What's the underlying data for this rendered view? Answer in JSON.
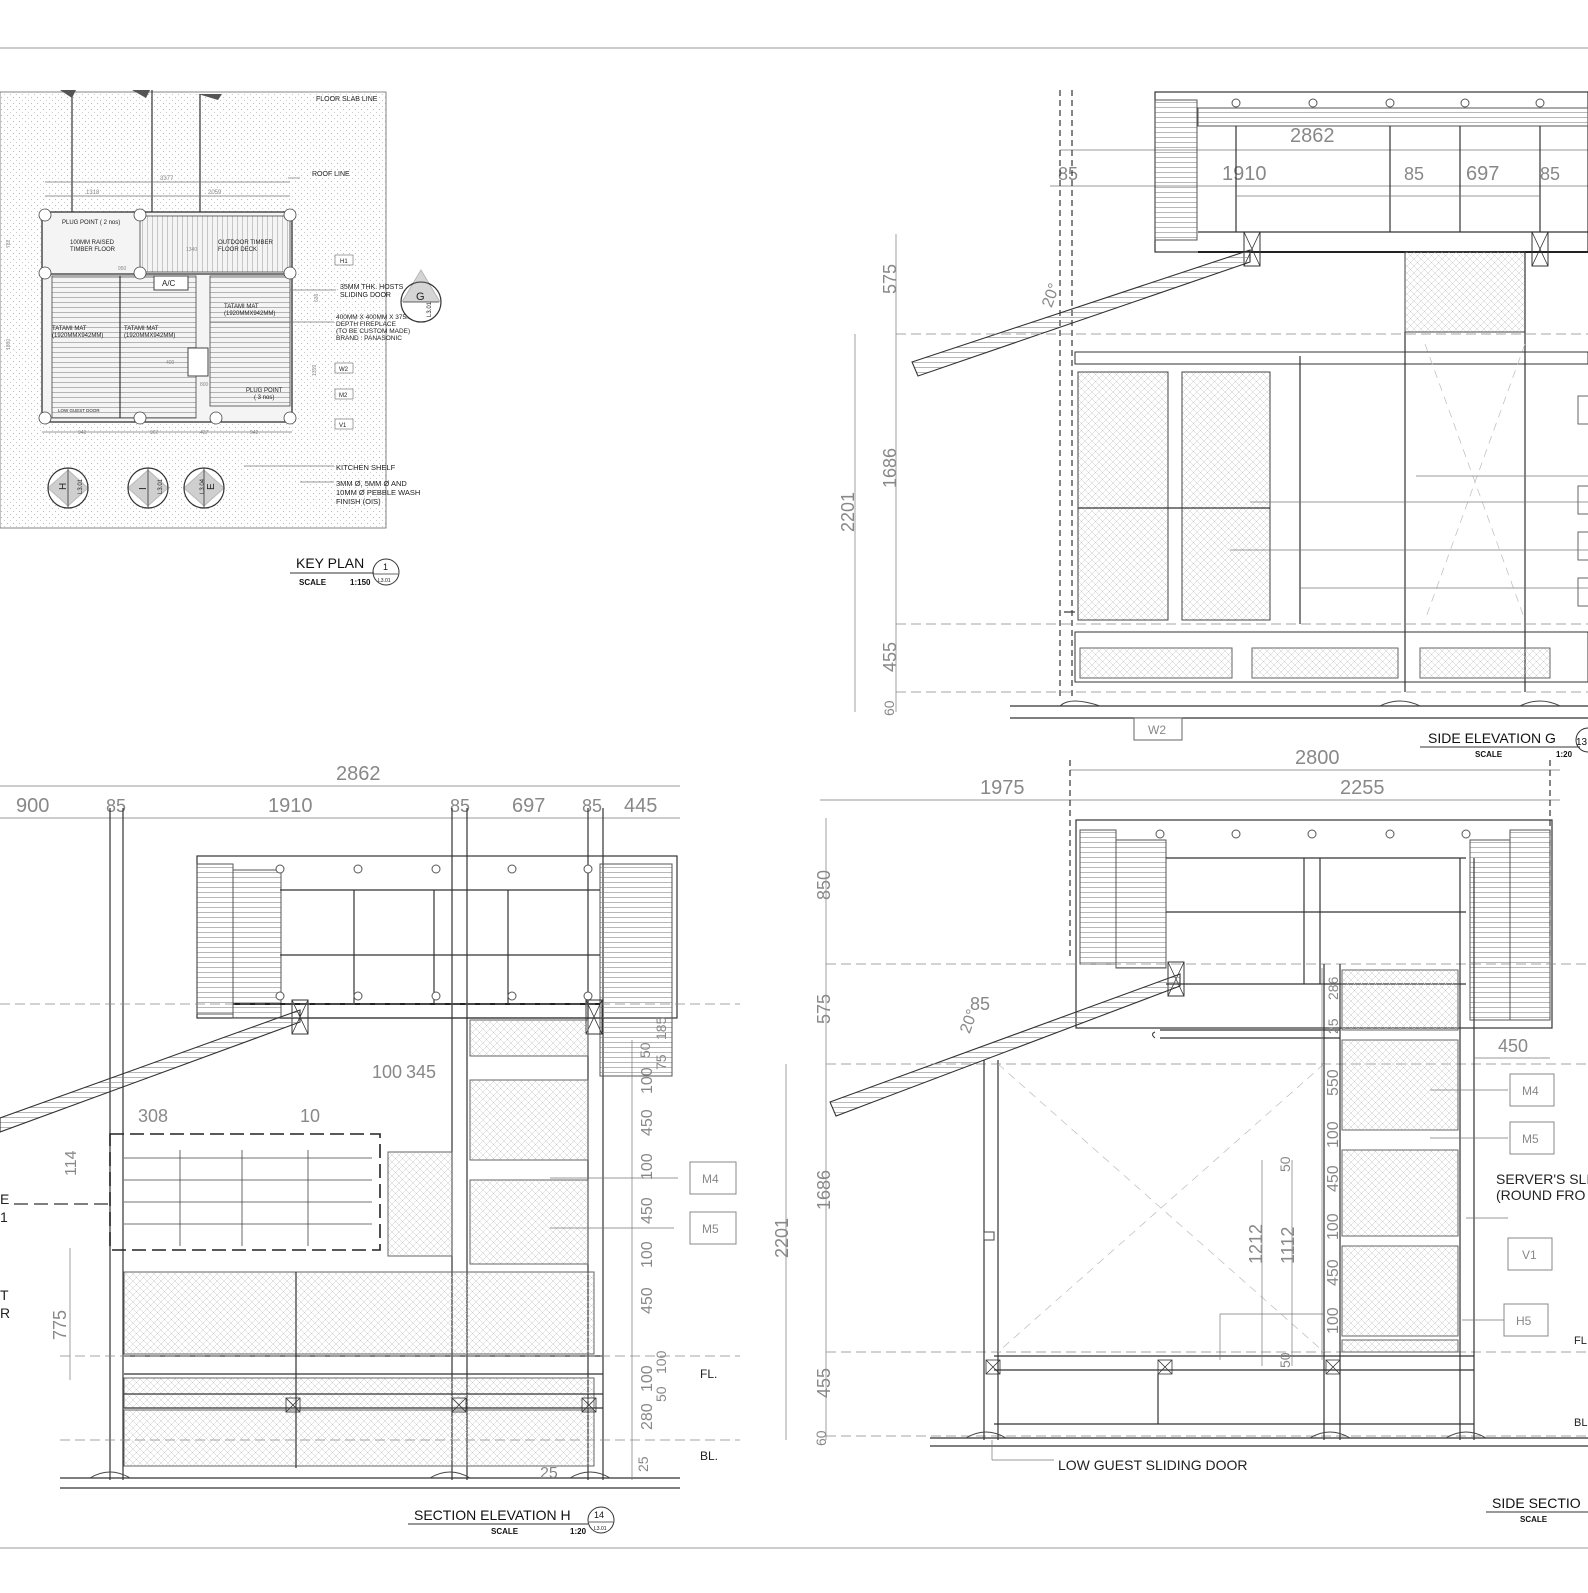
{
  "key_plan": {
    "title": "KEY PLAN",
    "ref_number": "1",
    "sheet": "L3.01",
    "scale_label": "SCALE",
    "scale_value": "1:150",
    "annotations": {
      "floor_slab_line": "FLOOR SLAB LINE",
      "roof_line": "ROOF LINE",
      "plug_point_2": "PLUG POINT ( 2 nos)",
      "raised_floor_1": "100MM RAISED",
      "raised_floor_2": "TIMBER FLOOR",
      "outdoor_deck_1": "OUTDOOR TIMBER",
      "outdoor_deck_2": "FLOOR DECK",
      "ac": "A/C",
      "sliding_door_1": "35MM THK. HOSTS",
      "sliding_door_2": "SLIDING DOOR",
      "tatami_right_1": "TATAMI MAT",
      "tatami_right_2": "(1920MMX942MM)",
      "tatami_left_1": "TATAMI MAT",
      "tatami_left_2": "(1920MMX942MM)",
      "tatami_mid_1": "TATAMI MAT",
      "tatami_mid_2": "(1920MMX942MM)",
      "fireplace_1": "400MM X 400MM X 375MM",
      "fireplace_2": "DEPTH FIREPLACE",
      "fireplace_3": "(TO BE CUSTOM MADE)",
      "fireplace_4": "BRAND : PANASONIC",
      "plug_point_3_1": "PLUG POINT",
      "plug_point_3_2": "( 3 nos)",
      "kitchen_shelf": "KITCHEN SHELF",
      "pebble_1": "3MM Ø, 5MM Ø AND",
      "pebble_2": "10MM Ø PEBBLE WASH",
      "pebble_3": "FINISH (OIS)",
      "low_guest_door": "LOW GUEST DOOR",
      "tag_h1": "H1",
      "tag_w2": "W2",
      "tag_m2": "M2",
      "tag_v1": "V1"
    },
    "dims": {
      "top_total": "3377",
      "top_left": "1318",
      "top_right": "2059",
      "mid_1340": "1340",
      "d950": "950",
      "d942a": "942",
      "d967": "967",
      "d427": "427",
      "d942b": "942",
      "d400": "400",
      "d800": "800",
      "d1359": "1359",
      "d1800": "1800",
      "d782": "782",
      "d636": "636"
    },
    "markers": [
      {
        "letter": "G",
        "sheet": "L3.01"
      },
      {
        "letter": "H",
        "sheet": "L3.01"
      },
      {
        "letter": "I",
        "sheet": "L3.01"
      },
      {
        "letter": "E",
        "sheet": "L3.04"
      }
    ]
  },
  "side_elevation_g": {
    "title": "SIDE ELEVATION G",
    "ref_number": "13",
    "scale_label": "SCALE",
    "scale_value": "1:20",
    "dims": {
      "top_total": "2862",
      "d85a": "85",
      "d1910": "1910",
      "d85b": "85",
      "d697": "697",
      "d85c": "85",
      "angle": "20°",
      "v575": "575",
      "v1686": "1686",
      "v2201": "2201",
      "v455": "455",
      "v60": "60"
    },
    "tag_w2": "W2"
  },
  "section_elevation_h": {
    "title": "SECTION ELEVATION H",
    "ref_number": "14",
    "sheet": "L3.01",
    "scale_label": "SCALE",
    "scale_value": "1:20",
    "dims": {
      "top_total": "2862",
      "d900": "900",
      "d85a": "85",
      "d1910": "1910",
      "d85b": "85",
      "d697": "697",
      "d85c": "85",
      "d445": "445",
      "d100": "100",
      "d345": "345",
      "d308": "308",
      "d10": "10",
      "d114": "114",
      "d775": "775",
      "d25": "25",
      "r50": "50",
      "r75": "75",
      "r185": "185",
      "r100a": "100",
      "r450a": "450",
      "r100b": "100",
      "r450b": "450",
      "r100c": "100",
      "r450c": "450",
      "r100d": "100",
      "r100e": "100",
      "r50b": "50",
      "r280": "280",
      "r25": "25"
    },
    "tags": {
      "m4": "M4",
      "m5": "M5"
    },
    "levels": {
      "fl": "FL.",
      "bl": "BL."
    },
    "left_cut": [
      "E",
      "1",
      "T",
      "R"
    ]
  },
  "side_section": {
    "title": "SIDE SECTIO",
    "scale_label": "SCALE",
    "dims": {
      "top_total": "2800",
      "d1975": "1975",
      "d2255": "2255",
      "d85": "85",
      "angle": "20°",
      "v850": "850",
      "v575": "575",
      "v1686": "1686",
      "v2201": "2201",
      "v455": "455",
      "v60": "60",
      "d450": "450",
      "r25": "25",
      "r286": "286",
      "r550": "550",
      "r100a": "100",
      "r450a": "450",
      "r100b": "100",
      "r450b": "450",
      "r100c": "100",
      "d50a": "50",
      "d1212": "1212",
      "d1112": "1112",
      "d50b": "50"
    },
    "tags": {
      "m4": "M4",
      "m5": "M5",
      "v1": "V1",
      "h5": "H5"
    },
    "servers_door_1": "SERVER'S SLID",
    "servers_door_2": "(ROUND FRO",
    "low_guest_door": "LOW GUEST SLIDING DOOR",
    "levels": {
      "fl": "FL",
      "bl": "BL"
    }
  }
}
